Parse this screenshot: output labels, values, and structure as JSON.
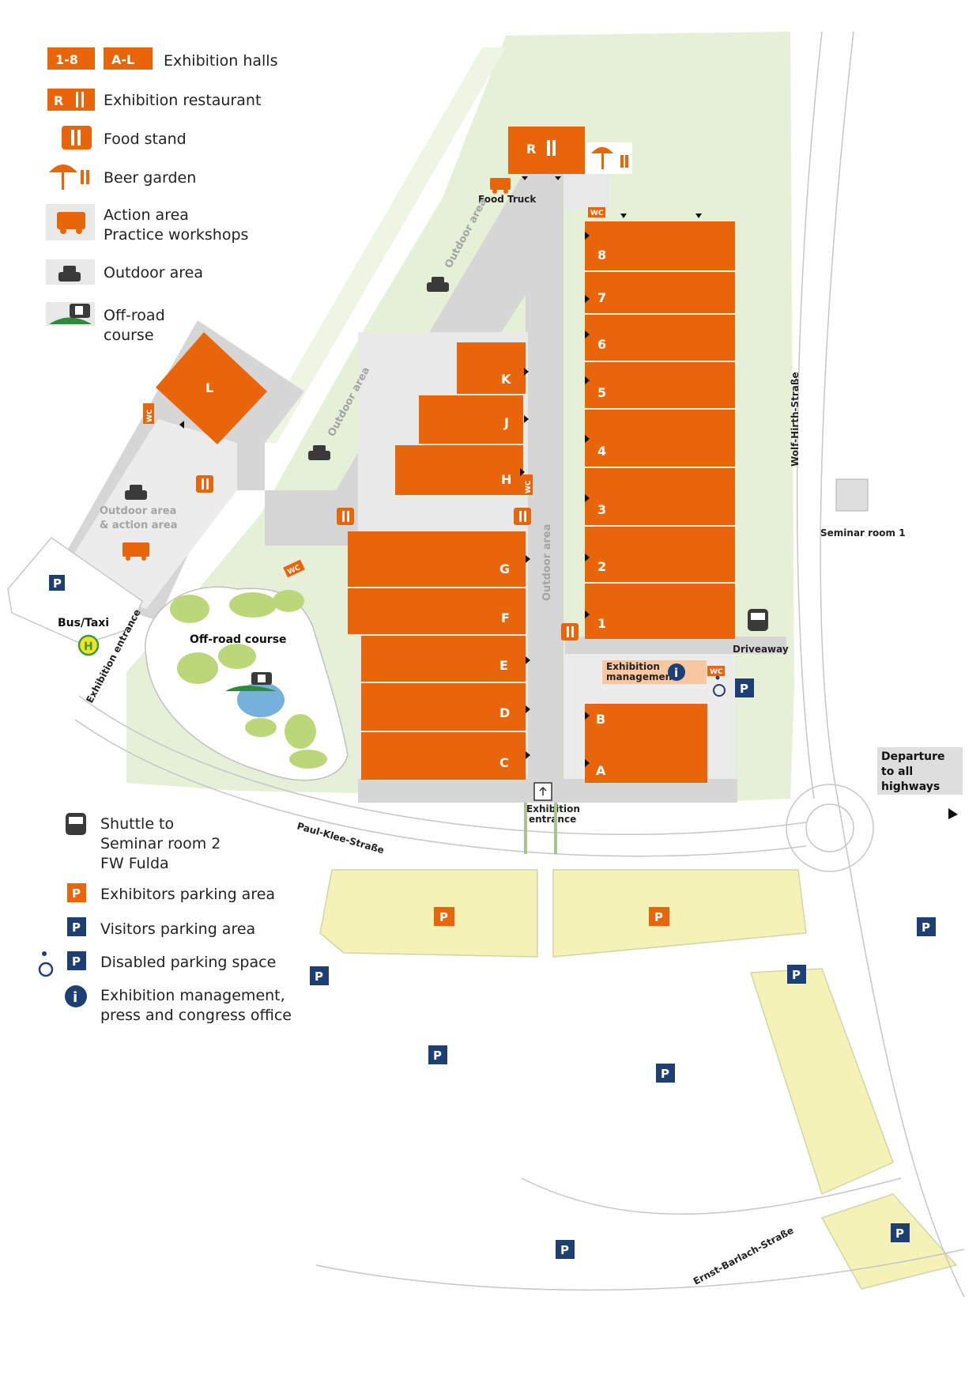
{
  "legend": {
    "halls_badge_1": "1-8",
    "halls_badge_2": "A-L",
    "halls": "Exhibition halls",
    "restaurant": "Exhibition restaurant",
    "food_stand": "Food stand",
    "beer_garden": "Beer garden",
    "action_1": "Action area",
    "action_2": "Practice workshops",
    "outdoor": "Outdoor area",
    "offroad_1": "Off-road",
    "offroad_2": "course",
    "shuttle_1": "Shuttle to",
    "shuttle_2": "Seminar room 2",
    "shuttle_3": "FW Fulda",
    "exhibitors_parking": "Exhibitors parking area",
    "visitors_parking": "Visitors parking area",
    "disabled_parking": "Disabled parking space",
    "info_1": "Exhibition management,",
    "info_2": "press and congress office"
  },
  "halls": {
    "h1": "1",
    "h2": "2",
    "h3": "3",
    "h4": "4",
    "h5": "5",
    "h6": "6",
    "h7": "7",
    "h8": "8",
    "A": "A",
    "B": "B",
    "C": "C",
    "D": "D",
    "E": "E",
    "F": "F",
    "G": "G",
    "H": "H",
    "J": "J",
    "K": "K",
    "L": "L"
  },
  "labels": {
    "restaurant_r": "R",
    "food_truck": "Food Truck",
    "outdoor_diag_1": "Outdoor area",
    "outdoor_diag_2": "Outdoor area",
    "outdoor_vertical": "Outdoor area",
    "outdoor_action_1": "Outdoor area",
    "outdoor_action_2": "& action area",
    "offroad_course": "Off-road course",
    "bus_taxi": "Bus/Taxi",
    "bus_stop_h": "H",
    "exhibition_entrance_side": "Exhibition entrance",
    "exhibition_entrance_1": "Exhibition",
    "exhibition_entrance_2": "entrance",
    "exhibition_mgmt_1": "Exhibition",
    "exhibition_mgmt_2": "management",
    "driveaway": "Driveaway",
    "seminar_room_1": "Seminar room 1",
    "departure_1": "Departure",
    "departure_2": "to all",
    "departure_3": "highways",
    "wc": "WC",
    "parking_p": "P",
    "info_i": "i"
  },
  "streets": {
    "wolf_hirth": "Wolf-Hirth-Straße",
    "paul_klee": "Paul-Klee-Straße",
    "ernst_barlach": "Ernst-Barlach-Straße"
  },
  "icons": [
    "restaurant-icon",
    "food-stand-icon",
    "beer-garden-icon",
    "fire-truck-icon",
    "car-icon",
    "offroad-icon",
    "bus-icon",
    "parking-icon",
    "wheelchair-icon",
    "info-icon",
    "bus-stop-icon",
    "wc-icon"
  ],
  "colors": {
    "hall": "#e8650a",
    "paved": "#d6d6d6",
    "grass": "#e6f0d7",
    "parking_yellow": "#f5f2b8",
    "parking_blue": "#1d3f73",
    "text": "#222222"
  }
}
